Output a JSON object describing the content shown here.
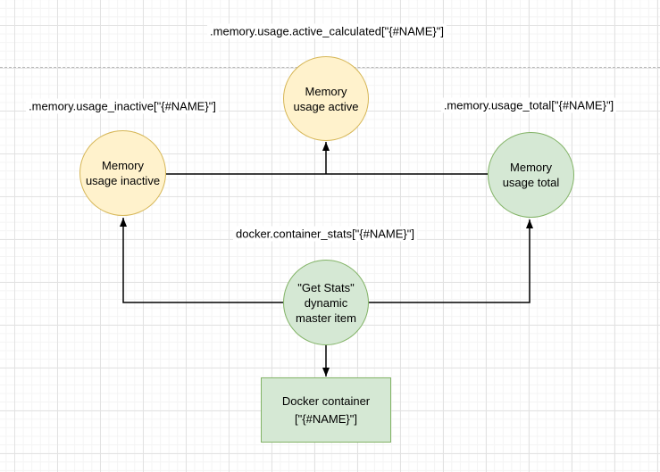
{
  "diagram": {
    "type": "drawio-flowchart",
    "nodes": [
      {
        "id": "memory-usage-active",
        "shape": "ellipse",
        "scheme": "yellow",
        "lines": [
          "Memory",
          "usage active"
        ]
      },
      {
        "id": "memory-usage-inactive",
        "shape": "ellipse",
        "scheme": "yellow",
        "lines": [
          "Memory",
          "usage inactive"
        ]
      },
      {
        "id": "memory-usage-total",
        "shape": "ellipse",
        "scheme": "green",
        "lines": [
          "Memory",
          "usage total"
        ]
      },
      {
        "id": "get-stats-master-item",
        "shape": "ellipse",
        "scheme": "green",
        "lines": [
          "\"Get Stats\"",
          "dynamic",
          "master item"
        ]
      },
      {
        "id": "docker-container",
        "shape": "rectangle",
        "scheme": "green",
        "lines": [
          "Docker container",
          "[\"{#NAME}\"]"
        ]
      }
    ],
    "edge_labels": [
      {
        "id": "active-calculated",
        "text": ".memory.usage.active_calculated[\"{#NAME}\"]"
      },
      {
        "id": "usage-inactive",
        "text": ".memory.usage_inactive[\"{#NAME}\"]"
      },
      {
        "id": "usage-total",
        "text": ".memory.usage_total[\"{#NAME}\"]"
      },
      {
        "id": "container-stats",
        "text": "docker.container_stats[\"{#NAME}\"]"
      }
    ],
    "connectors": [
      {
        "id": "inactive-to-total-line",
        "from": "memory-usage-inactive",
        "to": "memory-usage-total",
        "arrow": false
      },
      {
        "id": "up-to-active",
        "from": "junction",
        "to": "memory-usage-active",
        "arrow": true
      },
      {
        "id": "getstats-to-inactive",
        "from": "get-stats-master-item",
        "to": "memory-usage-inactive",
        "arrow": true
      },
      {
        "id": "getstats-to-total",
        "from": "get-stats-master-item",
        "to": "memory-usage-total",
        "arrow": true
      },
      {
        "id": "getstats-to-docker",
        "from": "get-stats-master-item",
        "to": "docker-container",
        "arrow": true
      }
    ],
    "colors": {
      "yellow_fill": "#fff2cc",
      "yellow_stroke": "#d6b656",
      "green_fill": "#d5e8d4",
      "green_stroke": "#82b366",
      "connector": "#000000",
      "text": "#000000",
      "label_background": "#ffffff",
      "grid_minor": "#f4f4f4",
      "grid_major": "#e2e2e2",
      "page_break": "#b9b9b9",
      "canvas_background": "#ffffff"
    }
  }
}
